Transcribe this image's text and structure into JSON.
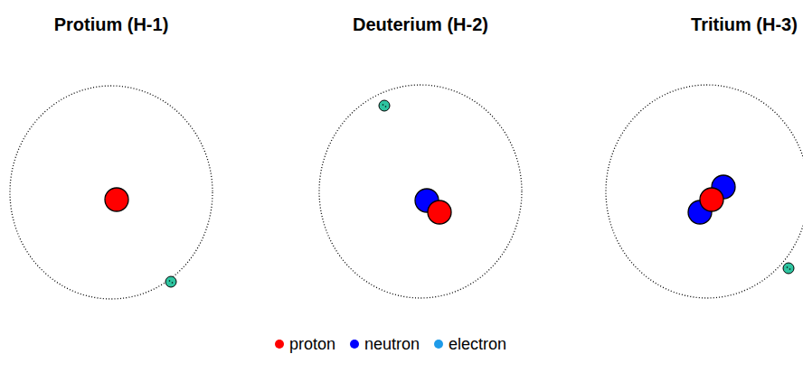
{
  "diagram": {
    "nodes": [
      {
        "text": [
          "Protium (H-1)"
        ]
      },
      {
        "text": [
          "Deuterium (H-2)"
        ]
      },
      {
        "text": [
          "Tritium (H-3)"
        ]
      }
    ],
    "legend": [
      {
        "text": "proton",
        "color": "#ff0000"
      },
      {
        "text": "neutron",
        "color": "#0000ff"
      },
      {
        "text": "electron",
        "color": "#1e9be9"
      }
    ]
  }
}
